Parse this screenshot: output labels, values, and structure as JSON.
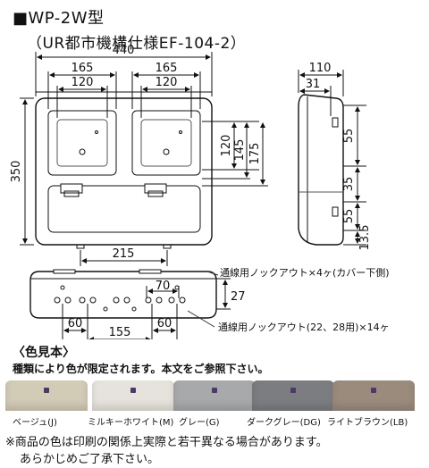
{
  "title": "■WP-2W型",
  "subtitle": "（UR都市機構仕様EF-104-2）",
  "dimensions": {
    "width_total": "440",
    "left_outer": "165",
    "left_inner": "120",
    "right_outer": "165",
    "right_inner": "120",
    "height_total": "350",
    "inner_h1": "120",
    "inner_h2": "145",
    "inner_h3": "175",
    "bottom_span": "215",
    "side_depth": "110",
    "side_offset": "31",
    "side_55_top": "55",
    "side_35": "35",
    "side_55_bottom": "55",
    "side_13_5": "13.5",
    "bottom_70": "70",
    "bottom_27": "27",
    "bottom_60_left": "60",
    "bottom_155": "155",
    "bottom_60_right": "60"
  },
  "annotations": {
    "knockout_cover": "通線用ノックアウト×4ヶ(カバー下側)",
    "knockout_bottom": "通線用ノックアウト(22、28用)×14ヶ"
  },
  "swatches": {
    "heading": "〈色見本〉",
    "note": "種類により色が限定されます。本文をご参照下さい。",
    "items": [
      {
        "label": "ベージュ(J)",
        "color": "#d2cbb6"
      },
      {
        "label": "ミルキーホワイト(M)",
        "color": "#e6e3dc"
      },
      {
        "label": "グレー(G)",
        "color": "#a8a9ab"
      },
      {
        "label": "ダークグレー(DG)",
        "color": "#7c7d80"
      },
      {
        "label": "ライトブラウン(LB)",
        "color": "#9b8b7d"
      }
    ]
  },
  "footnote": {
    "line1": "※商品の色は印刷の関係上実際と若干異なる場合があります。",
    "line2": "あらかじめご了承下さい。"
  }
}
